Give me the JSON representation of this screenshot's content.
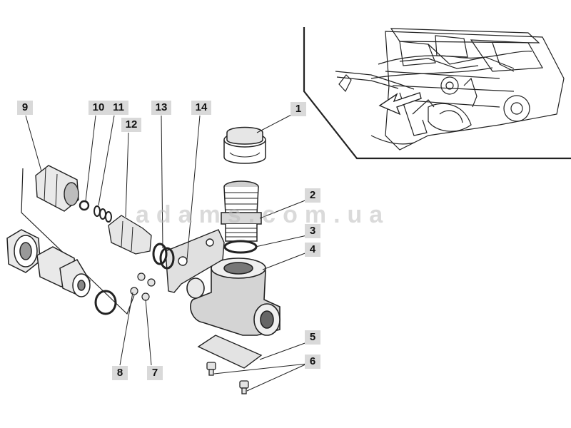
{
  "diagram": {
    "callouts": [
      "1",
      "2",
      "3",
      "4",
      "5",
      "6",
      "7",
      "8",
      "9",
      "10",
      "11",
      "12",
      "13",
      "14"
    ],
    "inset_view": "combine-harvester-overview"
  },
  "watermark": {
    "text": "adams.com.ua"
  }
}
